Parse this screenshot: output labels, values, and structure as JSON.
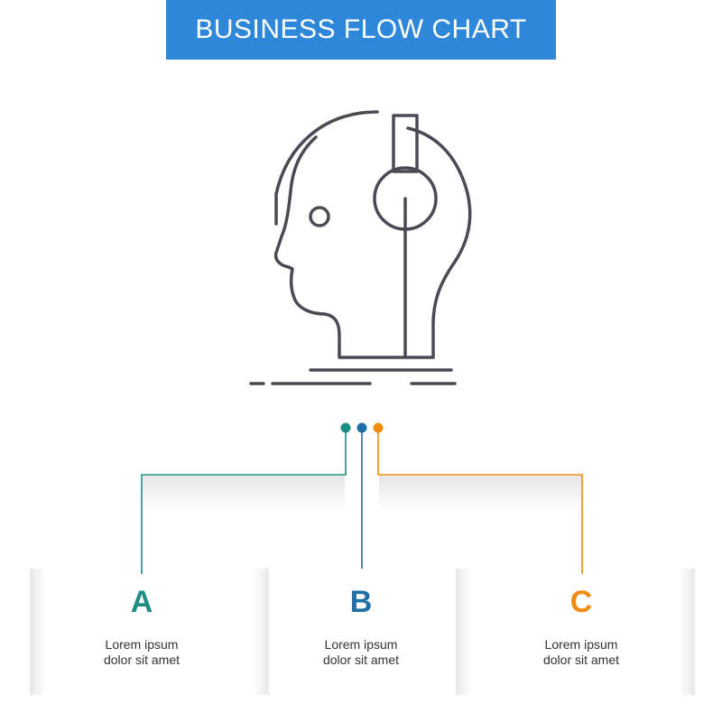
{
  "title": "BUSINESS FLOW CHART",
  "icon_name": "headphones-head-icon",
  "colors": {
    "banner": "#2e87d9",
    "a": "#1e8d83",
    "b": "#1f6fa8",
    "c": "#f08c12",
    "icon_stroke": "#4a4a55"
  },
  "options": [
    {
      "letter": "A",
      "line1": "Lorem ipsum",
      "line2": "dolor sit amet"
    },
    {
      "letter": "B",
      "line1": "Lorem ipsum",
      "line2": "dolor sit amet"
    },
    {
      "letter": "C",
      "line1": "Lorem ipsum",
      "line2": "dolor sit amet"
    }
  ]
}
